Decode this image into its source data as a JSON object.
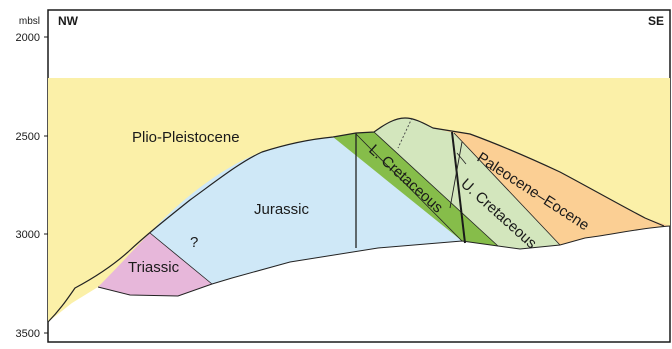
{
  "axis": {
    "unit": "mbsl",
    "ticks": [
      "2000",
      "2500",
      "3000",
      "3500"
    ]
  },
  "directions": {
    "left": "NW",
    "right": "SE"
  },
  "units": {
    "plio_pleistocene": "Plio-Pleistocene",
    "jurassic": "Jurassic",
    "triassic": "Triassic",
    "uncertain": "?",
    "l_cretaceous": "L. Cretaceous",
    "u_cretaceous": "U. Cretaceous",
    "paleocene_eocene": "Paleocene–Eocene"
  },
  "colors": {
    "plio_pleistocene": "#fbf0a8",
    "jurassic": "#cfe8f7",
    "triassic": "#e7b7da",
    "l_cretaceous": "#86bd4a",
    "u_cretaceous": "#d3e6bd",
    "paleocene_eocene": "#fbcf94",
    "basement": "#ffffff",
    "line": "#222222"
  }
}
